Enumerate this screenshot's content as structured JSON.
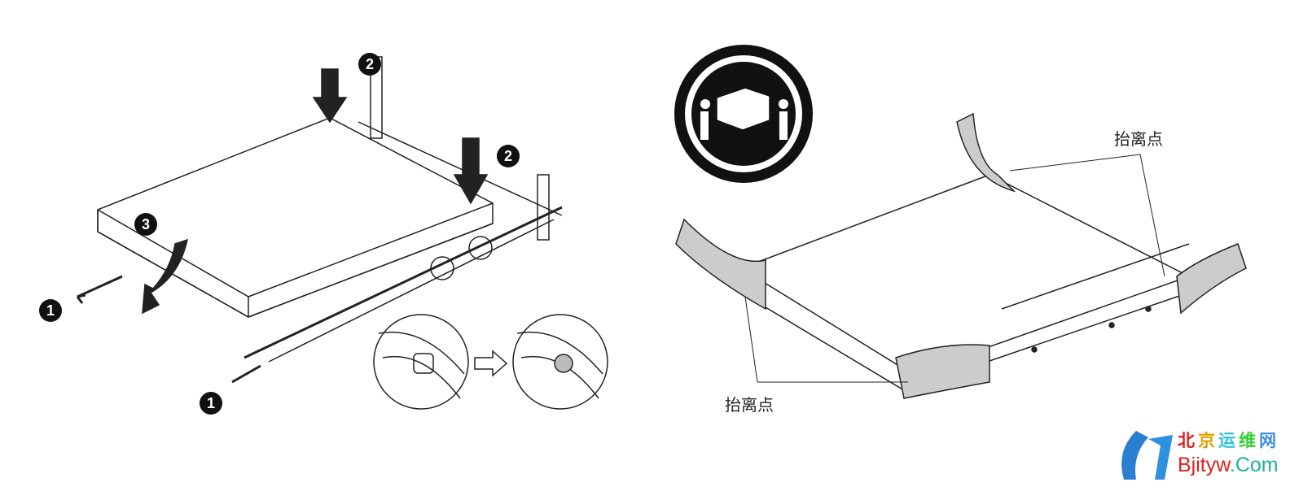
{
  "left_diagram": {
    "steps": {
      "s1a": "1",
      "s1b": "1",
      "s2a": "2",
      "s2b": "2",
      "s3": "3"
    }
  },
  "right_diagram": {
    "lift_point_top": "抬离点",
    "lift_point_bottom": "抬离点"
  },
  "watermark": {
    "cn_chars": [
      "北",
      "京",
      "运",
      "维",
      "网"
    ],
    "cn_colors": [
      "#e02020",
      "#e0a000",
      "#30c0e0",
      "#30d030",
      "#4090e0"
    ],
    "en": "Bjityw",
    "en_suffix": ".Com",
    "en_color": "#e02020",
    "suffix_color": "#20b0a0"
  }
}
